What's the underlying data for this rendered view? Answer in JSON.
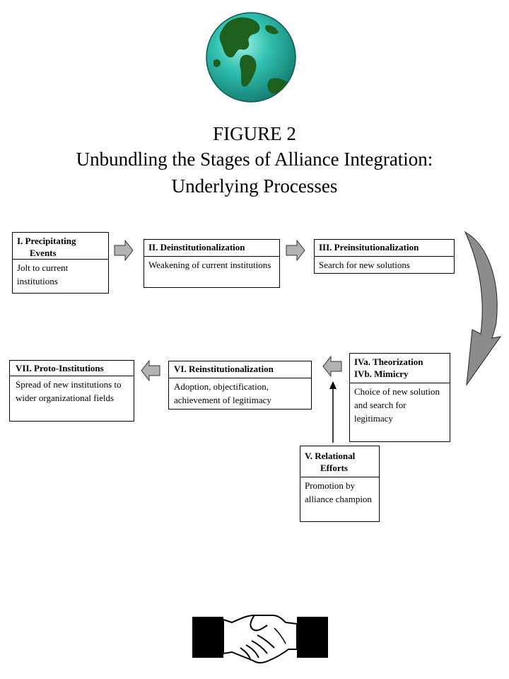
{
  "figure": {
    "number": "FIGURE 2",
    "title_line1": "Unbundling the Stages of Alliance Integration:",
    "title_line2": "Underlying Processes"
  },
  "stages": {
    "s1": {
      "head1": "I.  Precipitating",
      "head2": "Events",
      "body": "Jolt to current institutions"
    },
    "s2": {
      "head1": "II. Deinstitutionalization",
      "body": "Weakening of current institutions"
    },
    "s3": {
      "head1": "III. Preinsitutionalization",
      "body": "Search for new solutions"
    },
    "s4": {
      "head1": "IVa. Theorization",
      "head2": "IVb. Mimicry",
      "body": "Choice of new solution and search for legitimacy"
    },
    "s5": {
      "head1": "V. Relational",
      "head2": "Efforts",
      "body": "Promotion by alliance champion"
    },
    "s6": {
      "head1": "VI. Reinstitutionalization",
      "body": "Adoption, objectification, achievement of legitimacy"
    },
    "s7": {
      "head1": "VII. Proto-Institutions",
      "body": "Spread of new institutions to wider organizational fields"
    }
  },
  "colors": {
    "arrow_fill": "#b3b3b3",
    "curved_arrow_fill": "#8c8c8c",
    "globe_ocean": "#2fbfae",
    "globe_land": "#1e5f1e"
  },
  "icons": {
    "globe": "globe-icon",
    "handshake": "handshake-icon",
    "arrow": "block-arrow-icon"
  }
}
